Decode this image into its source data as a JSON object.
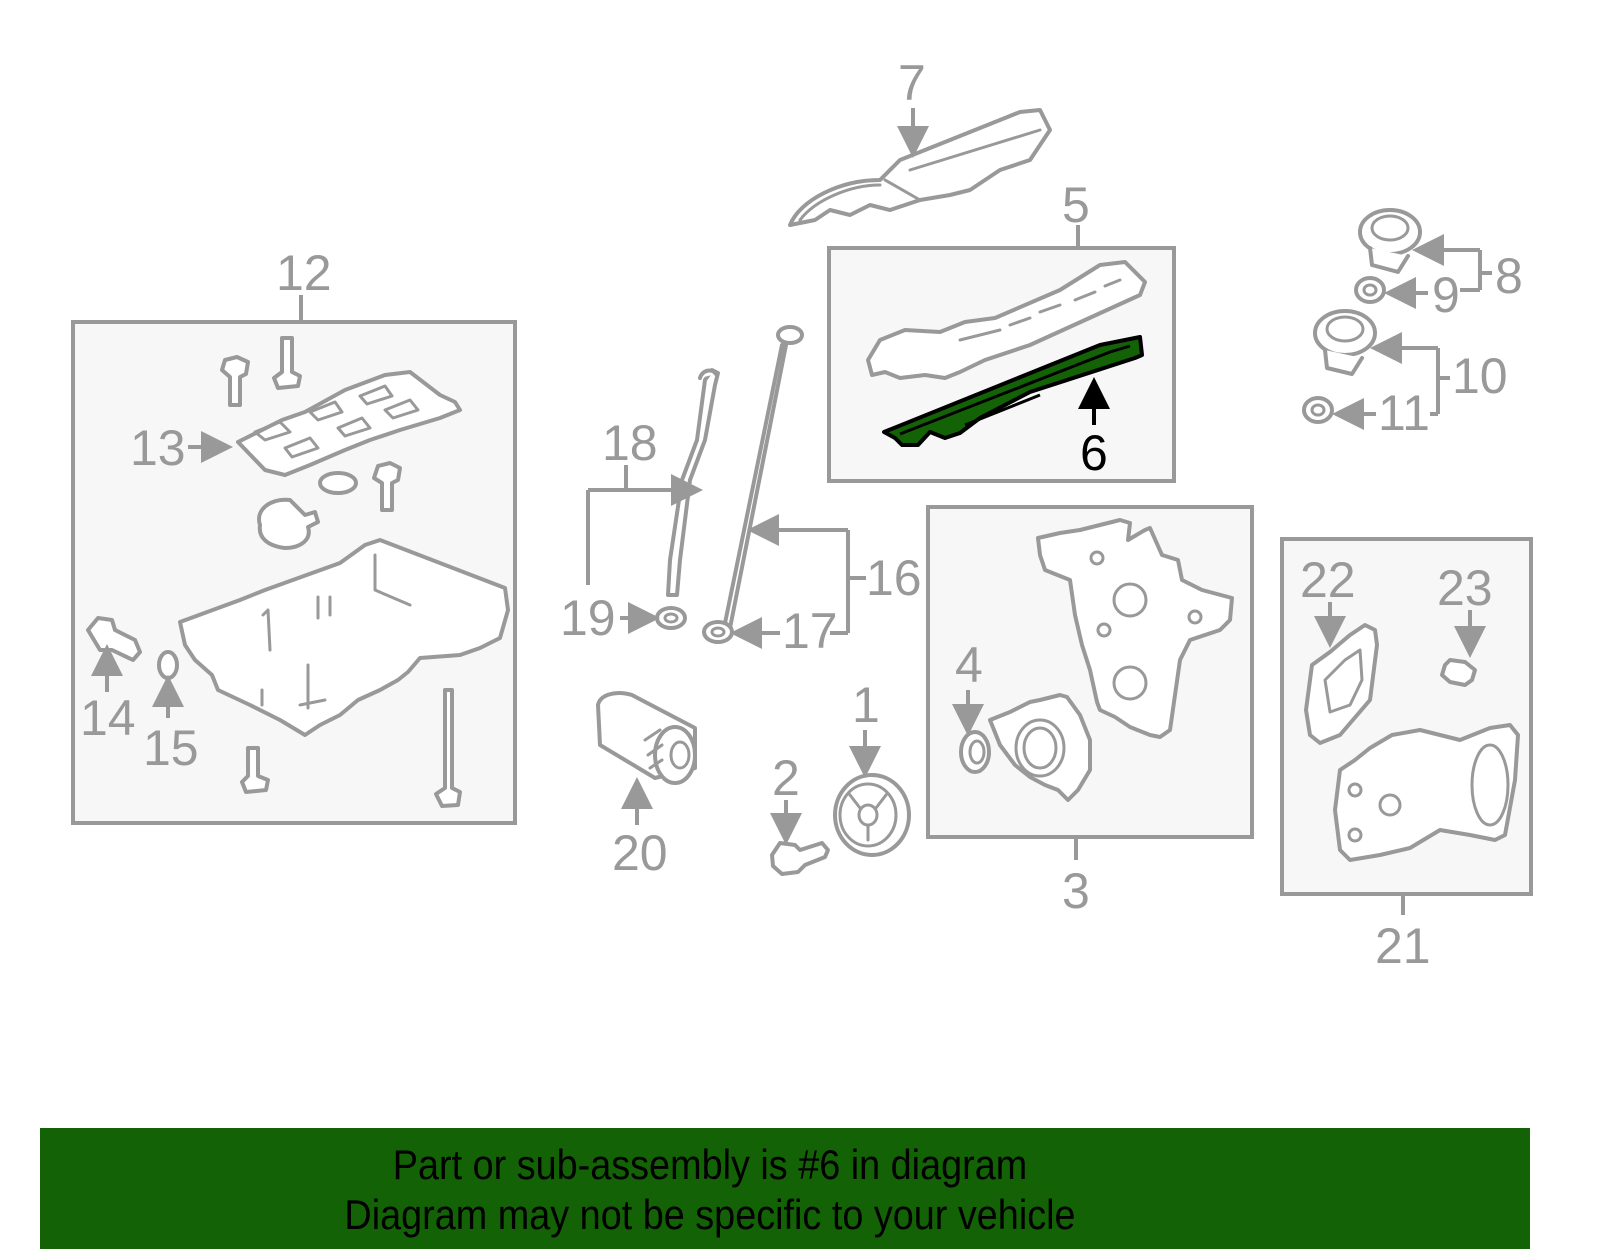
{
  "diagram": {
    "highlighted_part": "6",
    "highlight_color": "#136206",
    "line_color": "#999999",
    "box_fill": "#f7f7f7",
    "callouts": {
      "p1": "1",
      "p2": "2",
      "p3": "3",
      "p4": "4",
      "p5": "5",
      "p6": "6",
      "p7": "7",
      "p8": "8",
      "p9": "9",
      "p10": "10",
      "p11": "11",
      "p12": "12",
      "p13": "13",
      "p14": "14",
      "p15": "15",
      "p16": "16",
      "p17": "17",
      "p18": "18",
      "p19": "19",
      "p20": "20",
      "p21": "21",
      "p22": "22",
      "p23": "23"
    },
    "groups": [
      {
        "label": "12",
        "contains": [
          "13",
          "14",
          "15"
        ]
      },
      {
        "label": "5",
        "contains": [
          "6"
        ]
      },
      {
        "label": "3",
        "contains": [
          "4"
        ]
      },
      {
        "label": "21",
        "contains": [
          "22",
          "23"
        ]
      },
      {
        "label": "8",
        "contains": [
          "9"
        ]
      },
      {
        "label": "10",
        "contains": [
          "11"
        ]
      },
      {
        "label": "16",
        "contains": [
          "17"
        ]
      },
      {
        "label": "18",
        "contains": [
          "19"
        ]
      }
    ]
  },
  "banner": {
    "line1": "Part or sub-assembly is #6 in diagram",
    "line2": "Diagram may not be specific to your vehicle",
    "background": "#136206"
  }
}
